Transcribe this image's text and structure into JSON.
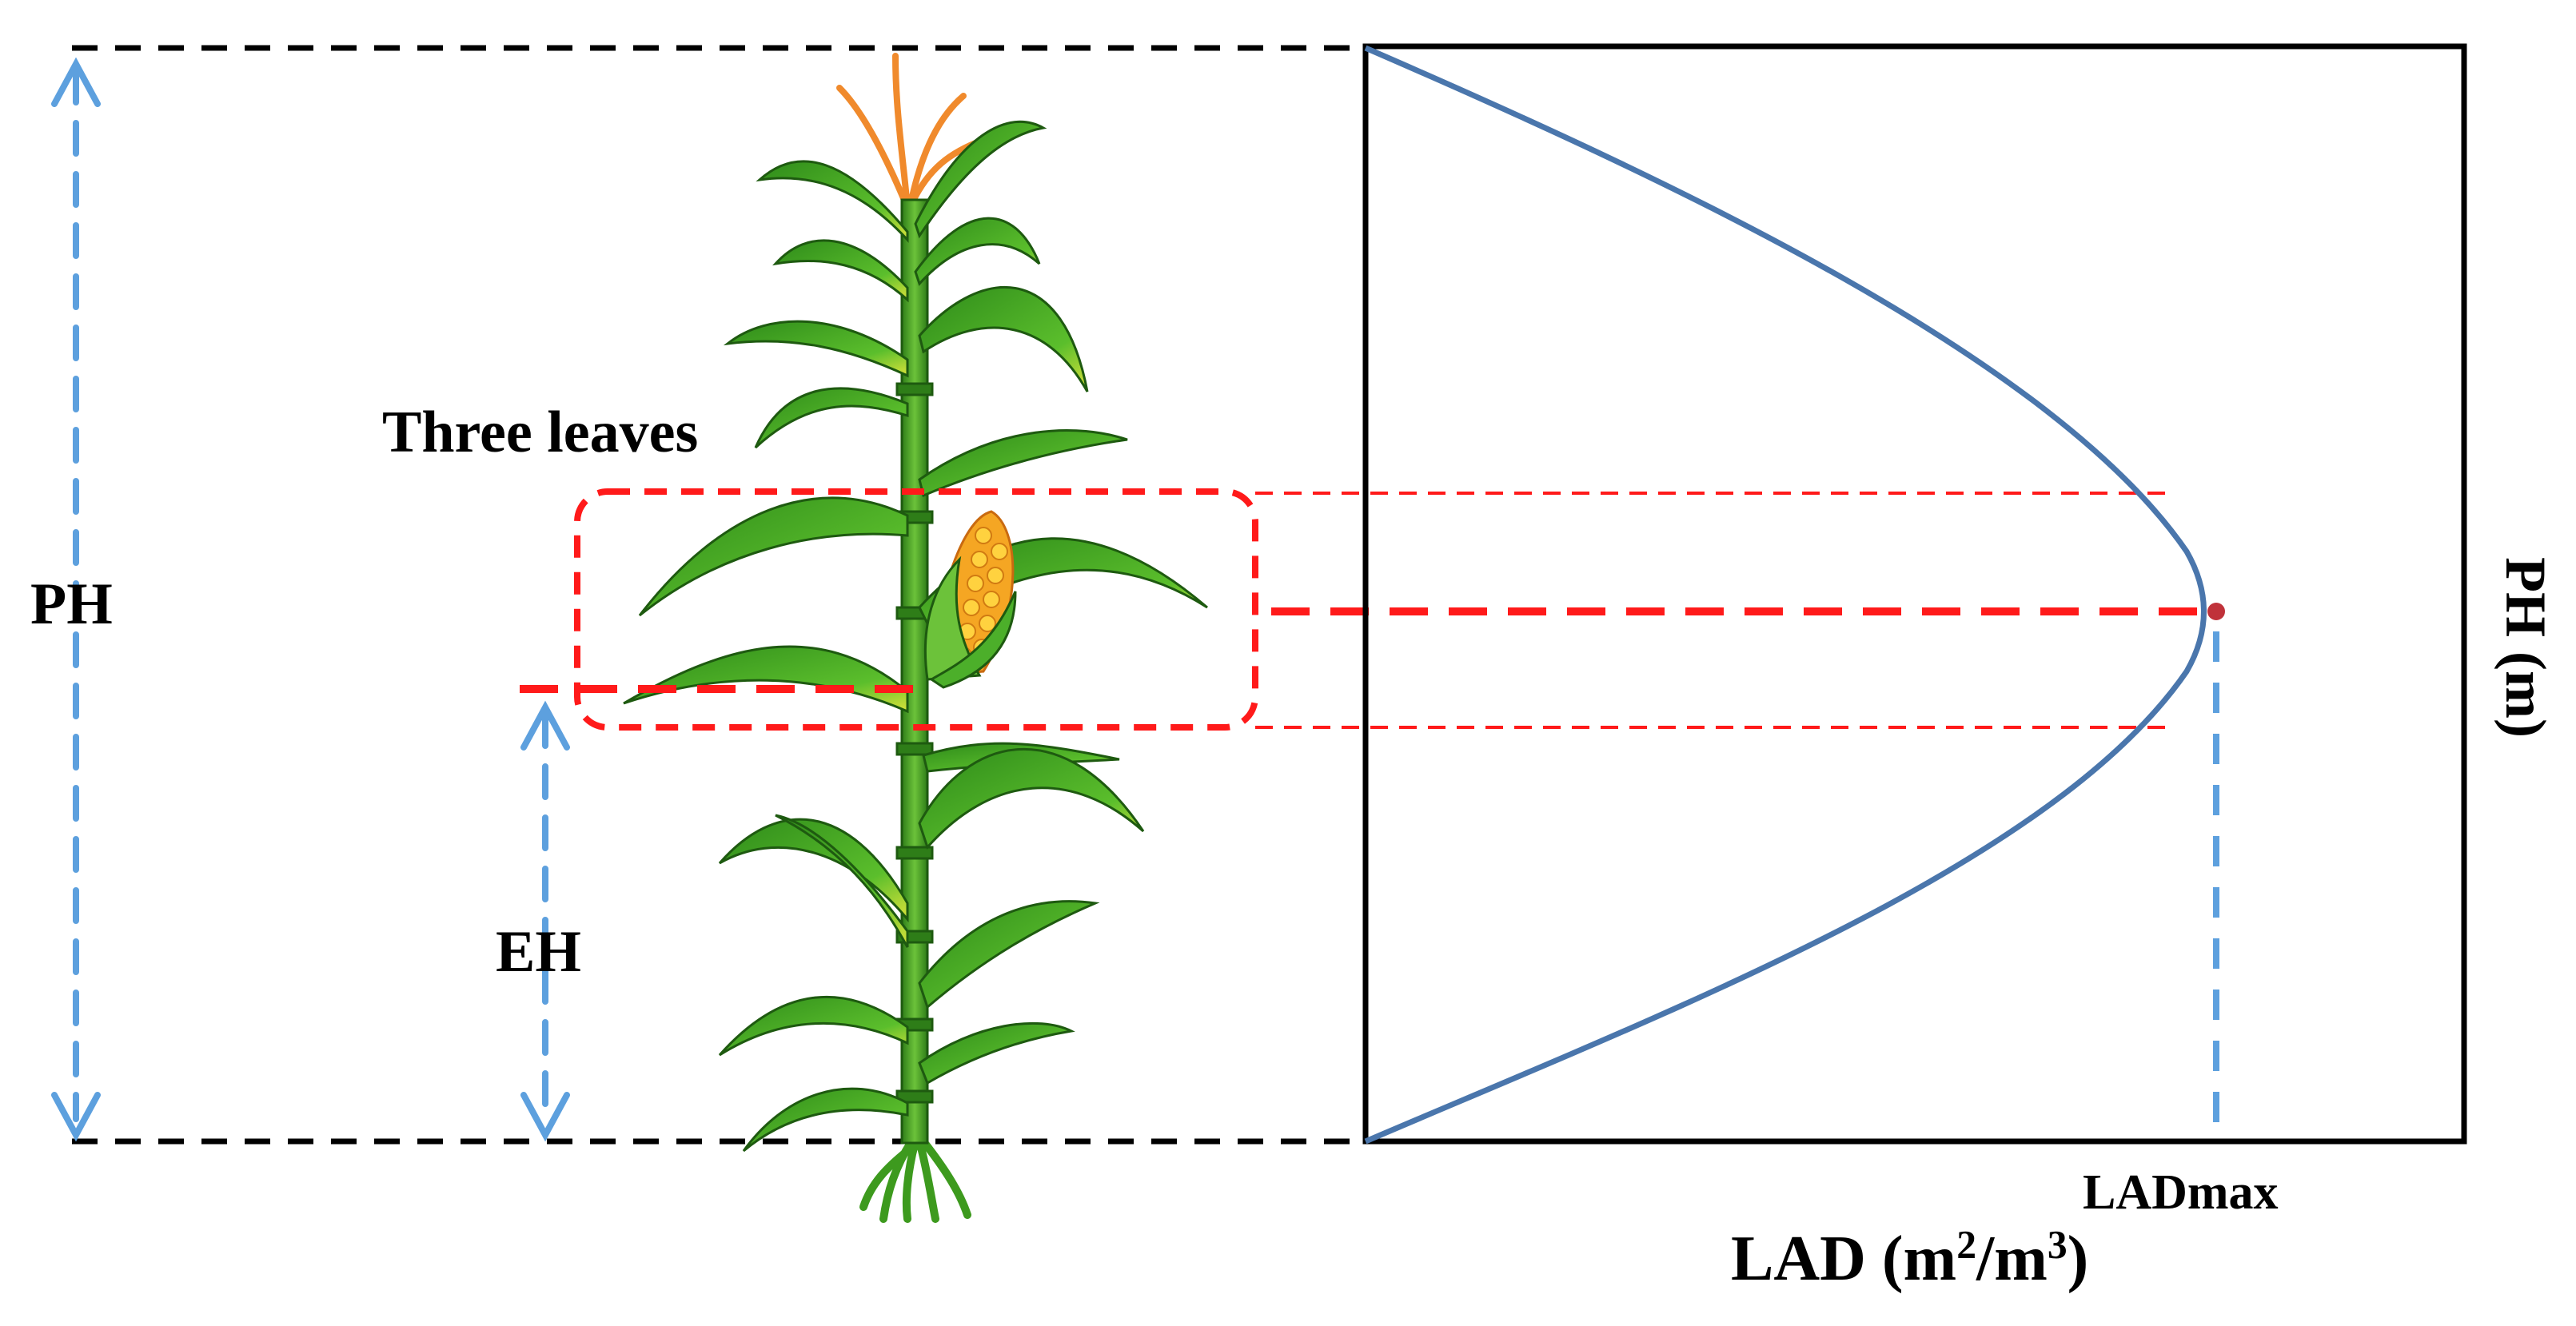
{
  "labels": {
    "ph_left": "PH",
    "eh": "EH",
    "three_leaves": "Three leaves",
    "ph_axis": "PH (m)",
    "lad_max": "LADmax",
    "lad_axis_main": "LAD (m",
    "lad_axis_sup1": "2",
    "lad_axis_mid": "/m",
    "lad_axis_sup2": "3",
    "lad_axis_end": ")"
  },
  "colors": {
    "curve": "#4A76AC",
    "blue_dash": "#5DA0DE",
    "red_dash": "#FF1A1A",
    "black_dash": "#000000",
    "stem": "#3D9A1E",
    "leaf": "#4CAF2A",
    "leaf_light": "#C8DC3C",
    "tassel": "#F08A2C",
    "corn": "#F5A623"
  }
}
